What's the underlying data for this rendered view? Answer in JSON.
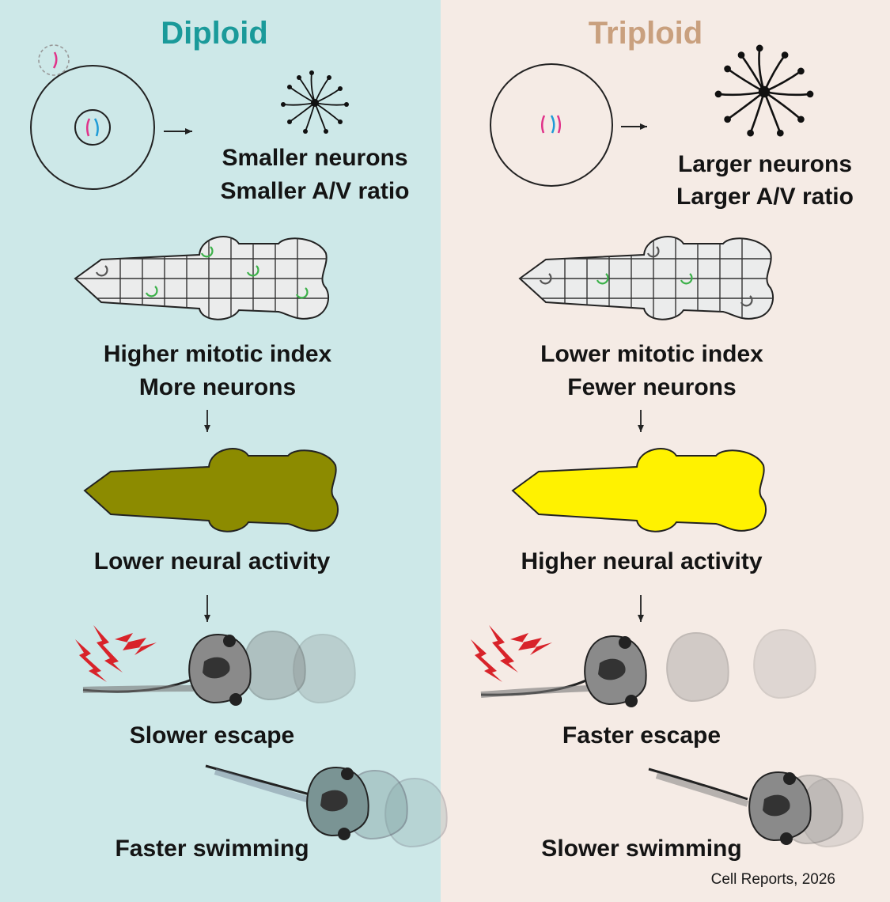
{
  "colors": {
    "left_bg": "#cde8e8",
    "right_bg": "#f5ebe5",
    "diploid_title": "#1a9a9a",
    "triploid_title": "#c9a07e",
    "diploid_brain_fill": "#8c8b00",
    "triploid_brain_fill": "#fff200",
    "mitosis_green": "#3cb14a",
    "lightning_red": "#d8232a"
  },
  "icons": [
    "cell-icon",
    "chromosome-icon",
    "neuron-icon",
    "arrow-icon",
    "brain-grid-icon",
    "mitosis-icon",
    "brain-icon",
    "lightning-icon",
    "tadpole-icon"
  ],
  "left": {
    "title": "Diploid",
    "neuron_size": "Smaller neurons",
    "av_ratio": "Smaller A/V ratio",
    "mitotic": "Higher mitotic index",
    "neuron_count": "More neurons",
    "activity": "Lower neural activity",
    "escape": "Slower escape",
    "swimming": "Faster swimming"
  },
  "right": {
    "title": "Triploid",
    "neuron_size": "Larger neurons",
    "av_ratio": "Larger A/V ratio",
    "mitotic": "Lower mitotic index",
    "neuron_count": "Fewer neurons",
    "activity": "Higher neural activity",
    "escape": "Faster escape",
    "swimming": "Slower swimming"
  },
  "source": "Cell Reports, 2026"
}
